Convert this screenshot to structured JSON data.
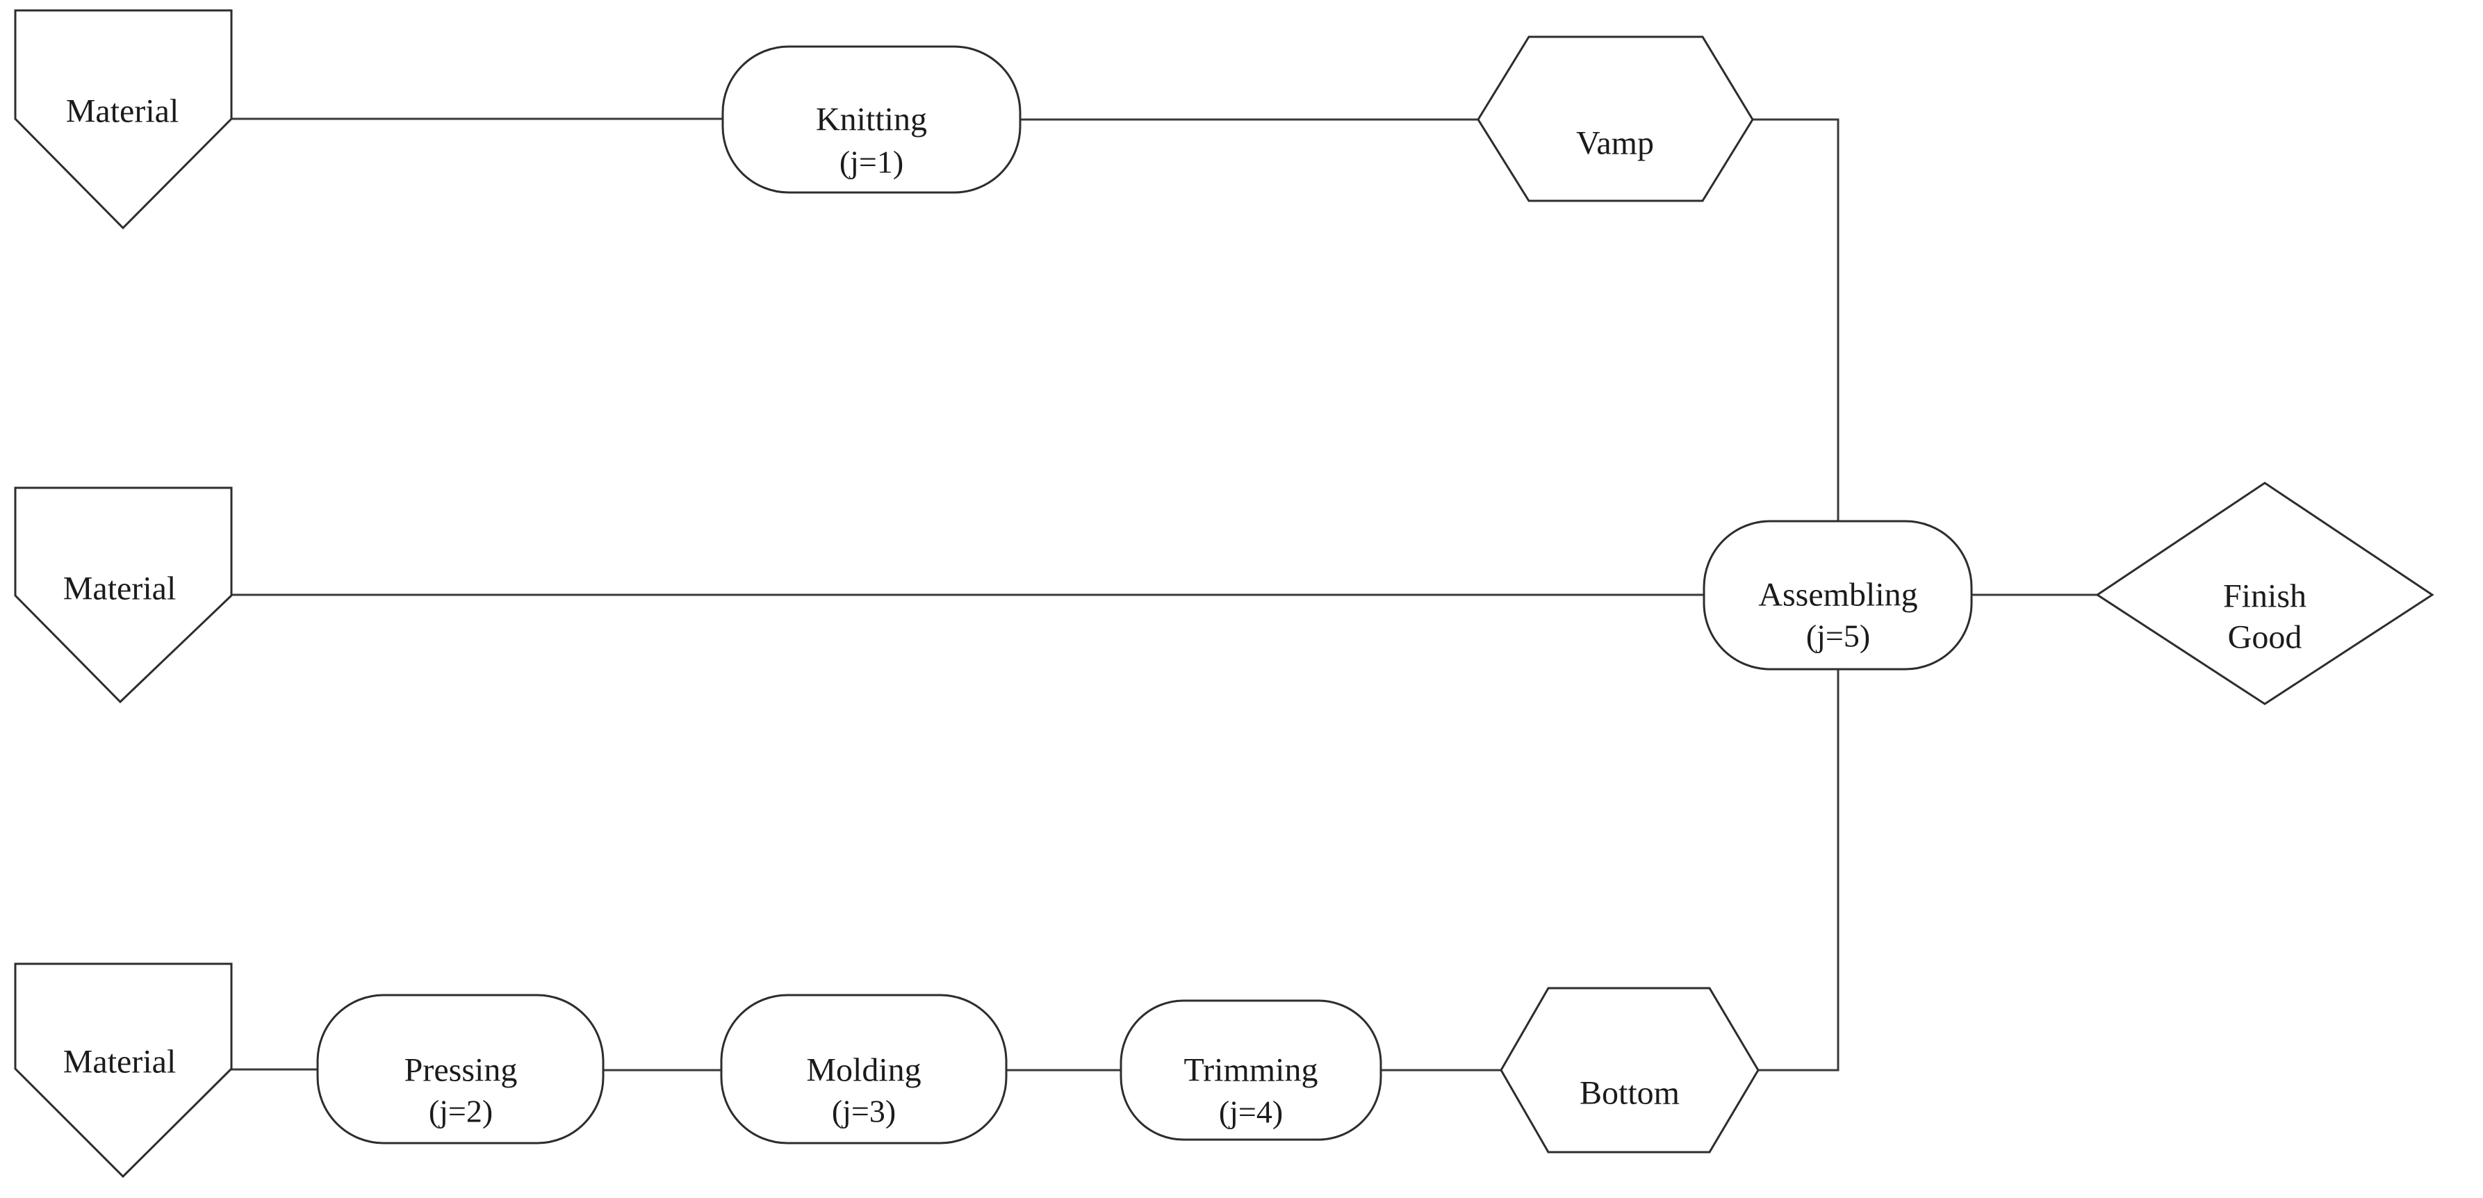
{
  "diagram": {
    "background_color": "#ffffff",
    "line_color": "#3a3a3a",
    "border_color": "#2d2d2d",
    "text_color": "#1b1b1b",
    "inputs": {
      "material_top": {
        "label": "Material"
      },
      "material_middle": {
        "label": "Material"
      },
      "material_bottom": {
        "label": "Material"
      }
    },
    "processes": {
      "knitting": {
        "label": "Knitting",
        "sublabel": "(j=1)"
      },
      "pressing": {
        "label": "Pressing",
        "sublabel": "(j=2)"
      },
      "molding": {
        "label": "Molding",
        "sublabel": "(j=3)"
      },
      "trimming": {
        "label": "Trimming",
        "sublabel": "(j=4)"
      },
      "assembling": {
        "label": "Assembling",
        "sublabel": "(j=5)"
      }
    },
    "components": {
      "vamp": {
        "label": "Vamp"
      },
      "bottom": {
        "label": "Bottom"
      }
    },
    "output": {
      "finish_good_line1": "Finish",
      "finish_good_line2": "Good"
    }
  }
}
